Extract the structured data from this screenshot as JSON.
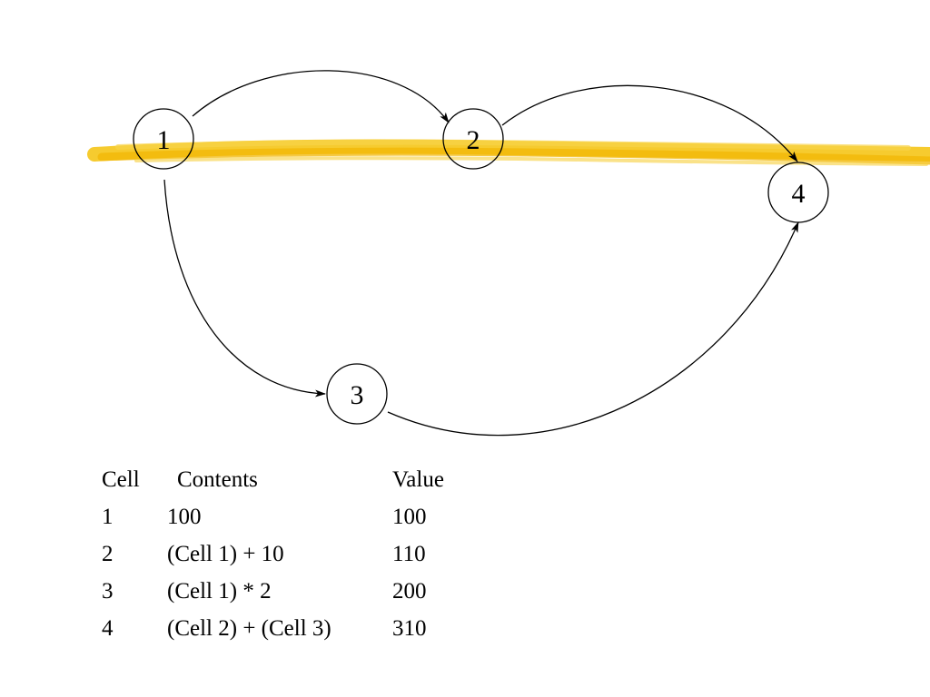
{
  "nodes": [
    {
      "id": "1",
      "label": "1"
    },
    {
      "id": "2",
      "label": "2"
    },
    {
      "id": "3",
      "label": "3"
    },
    {
      "id": "4",
      "label": "4"
    }
  ],
  "edges": [
    {
      "from": "1",
      "to": "2"
    },
    {
      "from": "1",
      "to": "3"
    },
    {
      "from": "2",
      "to": "4"
    },
    {
      "from": "3",
      "to": "4"
    }
  ],
  "colors": {
    "highlight_stroke": "#f5c518",
    "line": "#000000",
    "background": "#ffffff"
  },
  "table": {
    "headers": {
      "cell": "Cell",
      "contents": "Contents",
      "value": "Value"
    },
    "rows": [
      {
        "cell": "1",
        "contents": "100",
        "value": "100"
      },
      {
        "cell": "2",
        "contents": "(Cell 1) + 10",
        "value": "110"
      },
      {
        "cell": "3",
        "contents": "(Cell 1) * 2",
        "value": "200"
      },
      {
        "cell": "4",
        "contents": "(Cell 2) + (Cell 3)",
        "value": "310"
      }
    ]
  }
}
